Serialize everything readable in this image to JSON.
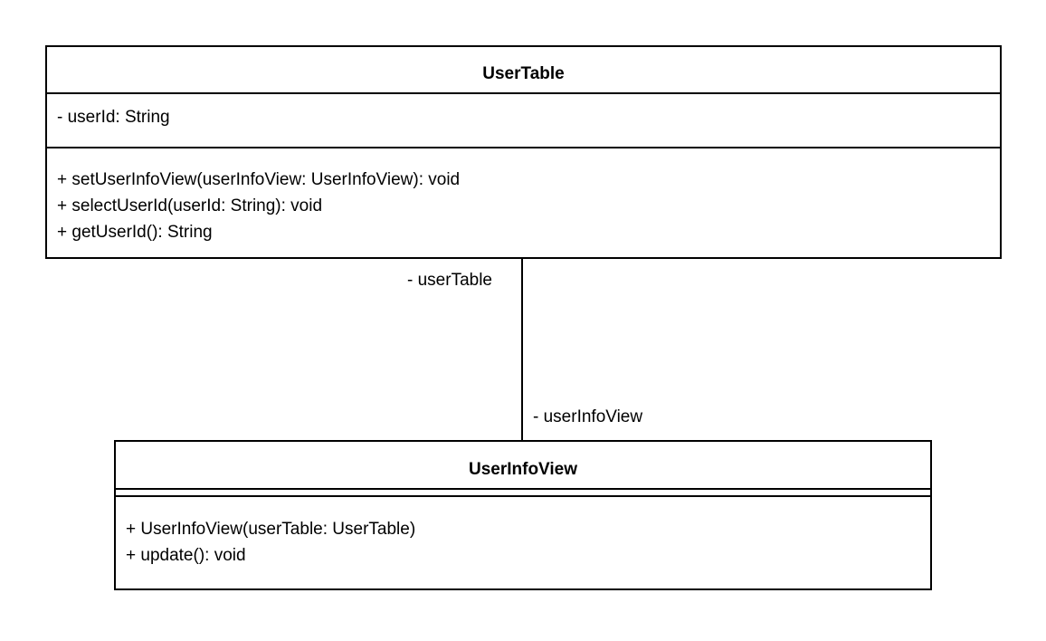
{
  "diagram": {
    "type": "UML class diagram",
    "classes": [
      {
        "name": "UserTable",
        "attributes": [
          "- userId: String"
        ],
        "methods": [
          "+ setUserInfoView(userInfoView: UserInfoView): void",
          "+ selectUserId(userId: String): void",
          "+ getUserId(): String"
        ]
      },
      {
        "name": "UserInfoView",
        "attributes": [],
        "methods": [
          "+ UserInfoView(userTable: UserTable)",
          "+ update(): void"
        ]
      }
    ],
    "association": {
      "from": "UserTable",
      "to": "UserInfoView",
      "source_role": "- userTable",
      "target_role": "- userInfoView"
    },
    "colors": {
      "line": "#000000",
      "background": "#ffffff",
      "text": "#000000"
    }
  }
}
